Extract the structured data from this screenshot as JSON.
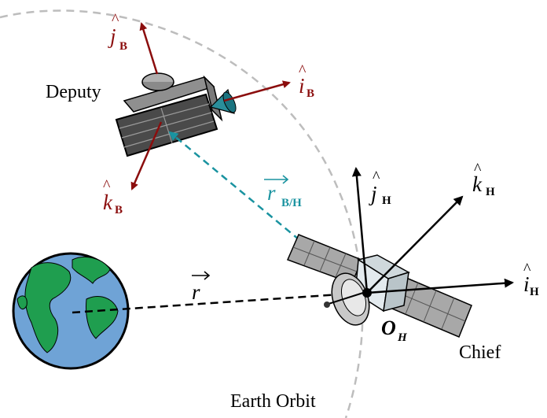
{
  "labels": {
    "deputy": "Deputy",
    "chief": "Chief",
    "earth_orbit": "Earth Orbit",
    "origin": "O",
    "origin_sub": "H"
  },
  "vectors": {
    "i_b": {
      "symbol": "i",
      "sub": "B"
    },
    "j_b": {
      "symbol": "j",
      "sub": "B"
    },
    "k_b": {
      "symbol": "k",
      "sub": "B"
    },
    "i_h": {
      "symbol": "i",
      "sub": "H"
    },
    "j_h": {
      "symbol": "j",
      "sub": "H"
    },
    "k_h": {
      "symbol": "k",
      "sub": "H"
    },
    "r": {
      "symbol": "r"
    },
    "r_bh": {
      "symbol": "r",
      "sub": "B/H"
    }
  },
  "colors": {
    "deputy_axes": "#8b0d0d",
    "chief_axes": "#000000",
    "relative_vector": "#1a93a0",
    "orbit": "#bdbdbd",
    "ocean": "#6fa3d6",
    "land": "#1f9e4f"
  }
}
